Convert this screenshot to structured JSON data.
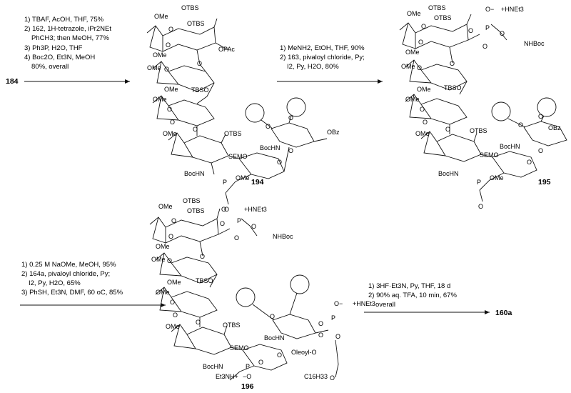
{
  "start_compound": "184",
  "step1": {
    "conditions": [
      "1) TBAF, AcOH, THF,  75%",
      "2) 162, 1H-tetrazole, iPr2NEt",
      "PhCH3; then MeOH, 77%",
      "3) Ph3P, H2O, THF",
      "4) Boc2O, Et3N, MeOH",
      "80%, overall"
    ]
  },
  "step2": {
    "conditions": [
      "1) MeNH2, EtOH, THF, 90%",
      "2) 163, pivaloyl chloride, Py;",
      "I2, Py, H2O, 80%"
    ]
  },
  "step3": {
    "conditions": [
      "1) 0.25 M NaOMe, MeOH, 95%",
      "2) 164a, pivaloyl chloride, Py;",
      "I2, Py, H2O, 65%",
      "3) PhSH, Et3N, DMF, 60 oC, 85%"
    ]
  },
  "step4": {
    "conditions": [
      "1) 3HF·Et3N, Py, THF, 18 d",
      "2) 90% aq. TFA, 10 min, 67%",
      "overall"
    ]
  },
  "final_compound": "160a",
  "compounds": {
    "c194": {
      "id": "194",
      "labels": [
        "OTBS",
        "OTBS",
        "OMe",
        "O",
        "O",
        "OMe",
        "OPAc",
        "OMe",
        "O",
        "O",
        "OMe",
        "TBSO",
        "OMe",
        "O",
        "O",
        "OMe",
        "O",
        "OTBS",
        "SEMO",
        "BocHN",
        "OBz",
        "O",
        "O",
        "O",
        "O",
        "BocHN",
        "P",
        "OMe",
        "O"
      ]
    },
    "c195": {
      "id": "195",
      "labels": [
        "OMe",
        "OTBS",
        "OTBS",
        "O",
        "O",
        "OMe",
        "O−",
        "+HNEt3",
        "O",
        "P",
        "O",
        "O",
        "NHBoc",
        "OMe",
        "O",
        "O",
        "OMe",
        "TBSO",
        "OMe",
        "O",
        "O",
        "OMe",
        "O",
        "OTBS",
        "SEMO",
        "BocHN",
        "OBz",
        "O",
        "O",
        "O",
        "O",
        "BocHN",
        "P",
        "OMe",
        "O"
      ]
    },
    "c196": {
      "id": "196",
      "labels": [
        "OMe",
        "OTBS",
        "OTBS",
        "O",
        "O",
        "OMe",
        "O",
        "+HNEt3",
        "O",
        "P",
        "O",
        "O",
        "NHBoc",
        "OMe",
        "O",
        "O",
        "OMe",
        "TBSO",
        "OMe",
        "O",
        "O",
        "OMe",
        "O",
        "OTBS",
        "SEMO",
        "BocHN",
        "O",
        "O−",
        "+HNEt3",
        "P",
        "O",
        "O",
        "O",
        "Oleoyl-O",
        "C16H33",
        "O",
        "BocHN",
        "Et3NH+",
        "−O",
        "P",
        "O",
        "O"
      ]
    }
  }
}
